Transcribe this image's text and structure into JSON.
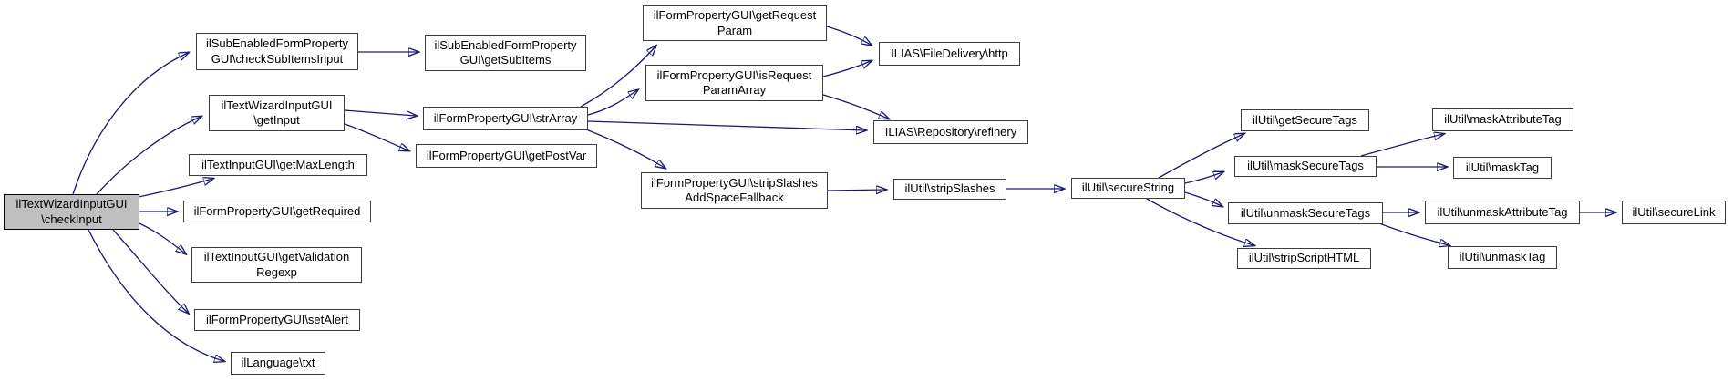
{
  "diagram": {
    "type": "doxygen-call-graph",
    "background_color": "#ffffff",
    "edge_color": "#191970",
    "node_border_color": "#3d3d3d",
    "node_fill_color": "#ffffff",
    "root_fill_color": "#bfbfbf",
    "text_color": "#000000"
  },
  "nodes": {
    "check_input": {
      "label": "ilTextWizardInputGUI\n\\checkInput",
      "root": true
    },
    "check_sub_items_input": {
      "label": "ilSubEnabledFormProperty\nGUI\\checkSubItemsInput"
    },
    "get_sub_items": {
      "label": "ilSubEnabledFormProperty\nGUI\\getSubItems"
    },
    "get_input": {
      "label": "ilTextWizardInputGUI\n\\getInput"
    },
    "str_array": {
      "label": "ilFormPropertyGUI\\strArray"
    },
    "get_post_var": {
      "label": "ilFormPropertyGUI\\getPostVar"
    },
    "get_request_param": {
      "label": "ilFormPropertyGUI\\getRequest\nParam"
    },
    "is_request_param_array": {
      "label": "ilFormPropertyGUI\\isRequest\nParamArray"
    },
    "http": {
      "label": "ILIAS\\FileDelivery\\http"
    },
    "refinery": {
      "label": "ILIAS\\Repository\\refinery"
    },
    "strip_slashes_fallback": {
      "label": "ilFormPropertyGUI\\stripSlashes\nAddSpaceFallback"
    },
    "strip_slashes": {
      "label": "ilUtil\\stripSlashes"
    },
    "secure_string": {
      "label": "ilUtil\\secureString"
    },
    "get_secure_tags": {
      "label": "ilUtil\\getSecureTags"
    },
    "mask_secure_tags": {
      "label": "ilUtil\\maskSecureTags"
    },
    "unmask_secure_tags": {
      "label": "ilUtil\\unmaskSecureTags"
    },
    "strip_script_html": {
      "label": "ilUtil\\stripScriptHTML"
    },
    "mask_attribute_tag": {
      "label": "ilUtil\\maskAttributeTag"
    },
    "mask_tag": {
      "label": "ilUtil\\maskTag"
    },
    "unmask_attribute_tag": {
      "label": "ilUtil\\unmaskAttributeTag"
    },
    "unmask_tag": {
      "label": "ilUtil\\unmaskTag"
    },
    "secure_link": {
      "label": "ilUtil\\secureLink"
    },
    "get_max_length": {
      "label": "ilTextInputGUI\\getMaxLength"
    },
    "get_required": {
      "label": "ilFormPropertyGUI\\getRequired"
    },
    "get_validation_regexp": {
      "label": "ilTextInputGUI\\getValidation\nRegexp"
    },
    "set_alert": {
      "label": "ilFormPropertyGUI\\setAlert"
    },
    "txt": {
      "label": "ilLanguage\\txt"
    }
  },
  "edges": [
    {
      "from": "check_input",
      "to": "check_sub_items_input"
    },
    {
      "from": "check_input",
      "to": "get_input"
    },
    {
      "from": "check_input",
      "to": "get_max_length"
    },
    {
      "from": "check_input",
      "to": "get_required"
    },
    {
      "from": "check_input",
      "to": "get_validation_regexp"
    },
    {
      "from": "check_input",
      "to": "set_alert"
    },
    {
      "from": "check_input",
      "to": "txt"
    },
    {
      "from": "check_sub_items_input",
      "to": "get_sub_items"
    },
    {
      "from": "get_input",
      "to": "str_array"
    },
    {
      "from": "get_input",
      "to": "get_post_var"
    },
    {
      "from": "str_array",
      "to": "get_request_param"
    },
    {
      "from": "str_array",
      "to": "is_request_param_array"
    },
    {
      "from": "str_array",
      "to": "refinery"
    },
    {
      "from": "str_array",
      "to": "strip_slashes_fallback"
    },
    {
      "from": "get_request_param",
      "to": "http"
    },
    {
      "from": "is_request_param_array",
      "to": "http"
    },
    {
      "from": "is_request_param_array",
      "to": "refinery"
    },
    {
      "from": "strip_slashes_fallback",
      "to": "strip_slashes"
    },
    {
      "from": "strip_slashes",
      "to": "secure_string"
    },
    {
      "from": "secure_string",
      "to": "get_secure_tags"
    },
    {
      "from": "secure_string",
      "to": "mask_secure_tags"
    },
    {
      "from": "secure_string",
      "to": "unmask_secure_tags"
    },
    {
      "from": "secure_string",
      "to": "strip_script_html"
    },
    {
      "from": "mask_secure_tags",
      "to": "mask_attribute_tag"
    },
    {
      "from": "mask_secure_tags",
      "to": "mask_tag"
    },
    {
      "from": "unmask_secure_tags",
      "to": "unmask_attribute_tag"
    },
    {
      "from": "unmask_secure_tags",
      "to": "unmask_tag"
    },
    {
      "from": "unmask_attribute_tag",
      "to": "secure_link"
    }
  ]
}
